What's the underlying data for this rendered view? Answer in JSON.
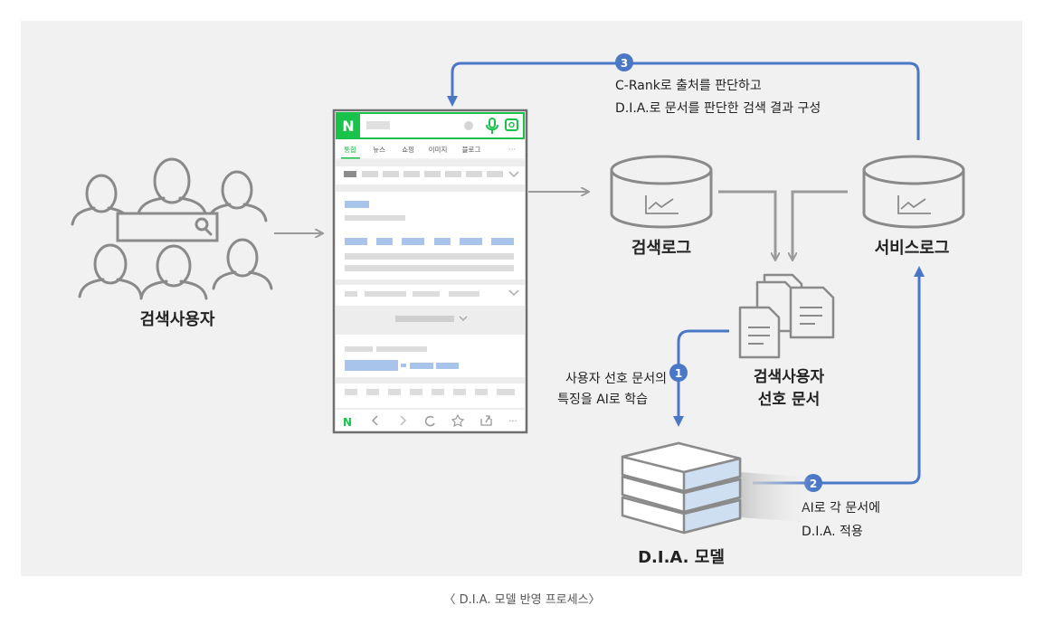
{
  "diagram": {
    "nodes": {
      "users": "검색사용자",
      "search_log": "검색로그",
      "service_log": "서비스로그",
      "user_docs": [
        "검색사용자",
        "선호 문서"
      ],
      "dia_model": "D.I.A. 모델"
    },
    "steps": [
      {
        "number": "1",
        "lines": [
          "사용자 선호 문서의",
          "특징을 AI로 학습"
        ]
      },
      {
        "number": "2",
        "lines": [
          "AI로 각 문서에",
          "D.I.A. 적용"
        ]
      },
      {
        "number": "3",
        "lines": [
          "C-Rank로 출처를 판단하고",
          "D.I.A.로 문서를 판단한 검색 결과 구성"
        ]
      }
    ],
    "phone": {
      "logo": "N",
      "tabs": [
        "통합",
        "뉴스",
        "쇼핑",
        "이미지",
        "블로그"
      ],
      "more": "···",
      "bottom_logo": "N"
    },
    "colors": {
      "accent": "#4a78c6",
      "naver_green": "#19c34a",
      "panel": "#f1f1f1",
      "stroke": "#8a8a8a"
    }
  },
  "caption": "〈 D.I.A. 모델 반영 프로세스〉"
}
